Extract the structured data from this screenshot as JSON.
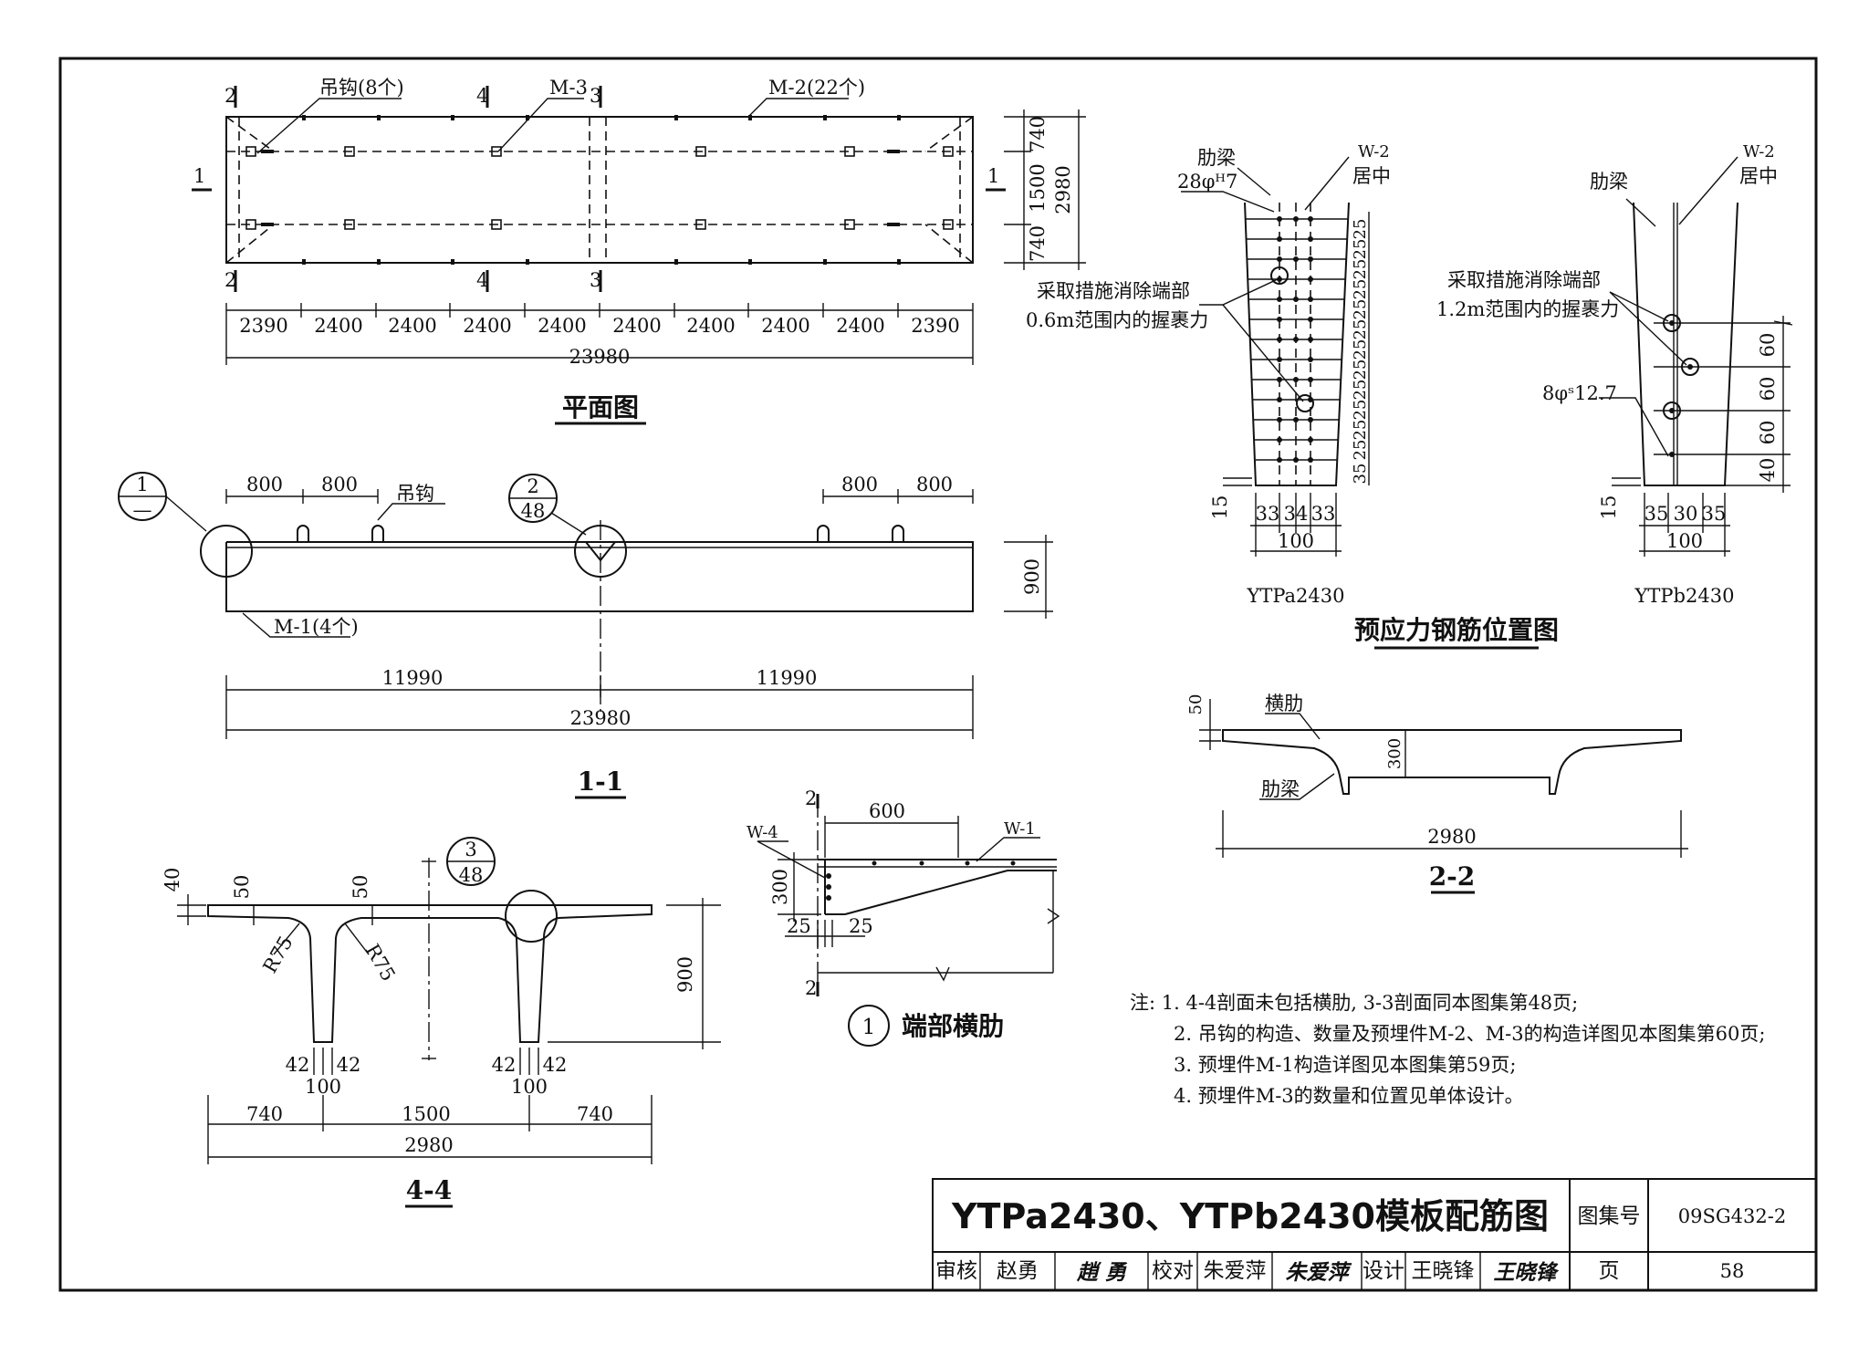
{
  "plan": {
    "title": "平面图",
    "label_hooks": "吊钩(8个)",
    "label_m3": "M-3",
    "label_m2": "M-2(22个)",
    "section_marks": [
      "1",
      "1",
      "2",
      "2",
      "4",
      "4",
      "3",
      "3"
    ],
    "spans": [
      "2390",
      "2400",
      "2400",
      "2400",
      "2400",
      "2400",
      "2400",
      "2400",
      "2400",
      "2390"
    ],
    "total": "23980",
    "right_dims": [
      "740",
      "1500",
      "740"
    ],
    "right_total": "2980"
  },
  "section_1_1": {
    "title": "1-1",
    "dims_left": [
      "800",
      "800"
    ],
    "dims_right": [
      "800",
      "800"
    ],
    "hook_label": "吊钩",
    "m1_label": "M-1(4个)",
    "callout1_top": "1",
    "callout1_bottom": "—",
    "callout2_top": "2",
    "callout2_bottom": "48",
    "height": "900",
    "half_spans": [
      "11990",
      "11990"
    ],
    "total": "23980"
  },
  "section_4_4": {
    "title": "4-4",
    "dim_40": "40",
    "dim_50a": "50",
    "dim_50b": "50",
    "r1": "R75",
    "r2": "R75",
    "callout3_top": "3",
    "callout3_bottom": "48",
    "height": "900",
    "rib_dims": [
      "42",
      "42",
      "100",
      "42",
      "42",
      "100"
    ],
    "spans": [
      "740",
      "1500",
      "740"
    ],
    "total": "2980"
  },
  "end_rib": {
    "title": "端部横肋",
    "circle": "1",
    "w4": "W-4",
    "w1": "W-1",
    "dim_600": "600",
    "dim_300": "300",
    "dim_25a": "25",
    "dim_25b": "25",
    "mark_top": "2",
    "mark_bottom": "2"
  },
  "prestress": {
    "title": "预应力钢筋位置图",
    "a_name": "YTPa2430",
    "b_name": "YTPb2430",
    "rib_label_a": "肋梁",
    "rib_label_b": "肋梁",
    "w2_a": "W-2",
    "w2_a_sub": "居中",
    "w2_b": "W-2",
    "w2_b_sub": "居中",
    "bars_a": "28φᴴ7",
    "bars_b": "8φˢ12.7",
    "note_a_1": "采取措施消除端部",
    "note_a_2": "0.6m范围内的握裹力",
    "note_b_1": "采取措施消除端部",
    "note_b_2": "1.2m范围内的握裹力",
    "a_spacing": [
      "25",
      "25",
      "25",
      "25",
      "25",
      "25",
      "25",
      "25",
      "25",
      "25",
      "25",
      "25",
      "35"
    ],
    "a_bottom": [
      "33",
      "34",
      "33"
    ],
    "a_width": "100",
    "a_15": "15",
    "b_spacing": [
      "60",
      "60",
      "60",
      "40"
    ],
    "b_bottom": [
      "35",
      "30",
      "35"
    ],
    "b_width": "100",
    "b_15": "15"
  },
  "section_2_2": {
    "title": "2-2",
    "rib_label": "横肋",
    "beam_label": "肋梁",
    "dim_50": "50",
    "dim_300": "300",
    "total": "2980"
  },
  "notes": [
    "注: 1. 4-4剖面未包括横肋, 3-3剖面同本图集第48页;",
    "2. 吊钩的构造、数量及预埋件M-2、M-3的构造详图见本图集第60页;",
    "3. 预埋件M-1构造详图见本图集第59页;",
    "4. 预埋件M-3的数量和位置见单体设计。"
  ],
  "titleblock": {
    "drawing_title": "YTPa2430、YTPb2430模板配筋图",
    "atlas_label": "图集号",
    "atlas_no": "09SG432-2",
    "page_label": "页",
    "page_no": "58",
    "review_label": "审核",
    "reviewer": "赵勇",
    "reviewer_sign": "趙 勇",
    "check_label": "校对",
    "checker": "朱爱萍",
    "checker_sign": "朱爱萍",
    "design_label": "设计",
    "designer": "王晓锋",
    "designer_sign": "王晓锋"
  }
}
